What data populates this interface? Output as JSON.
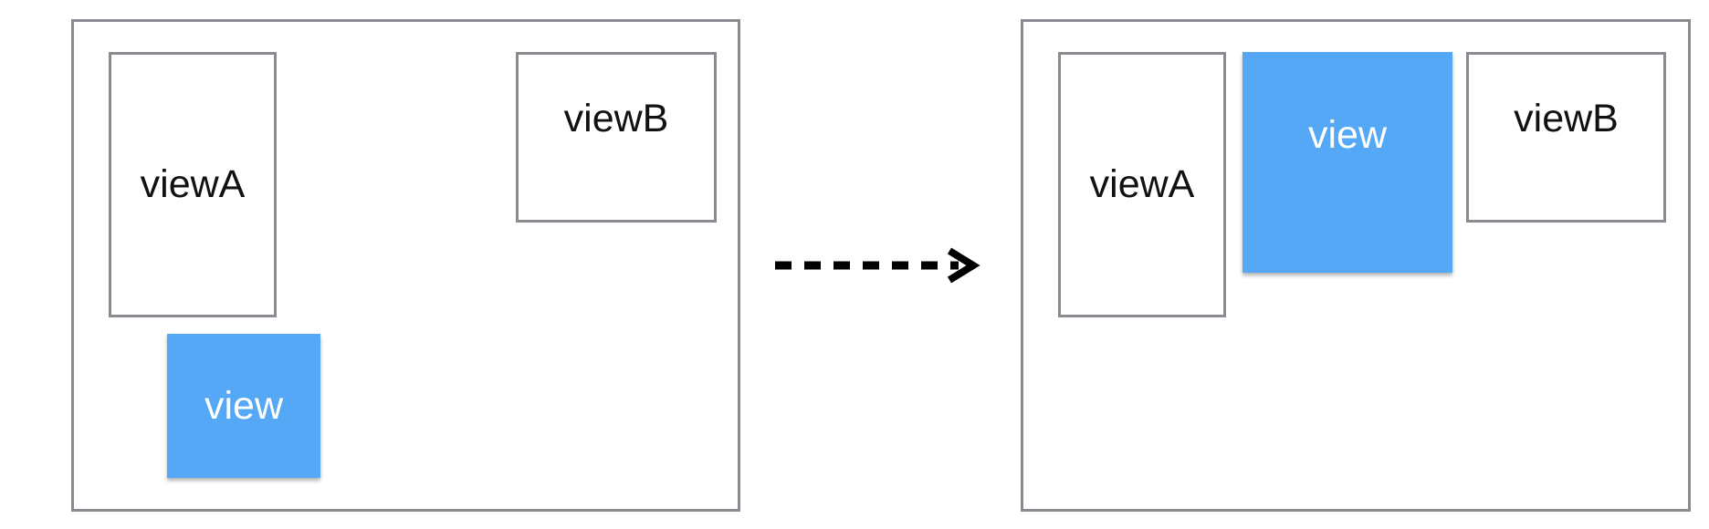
{
  "before": {
    "viewA": "viewA",
    "viewB": "viewB",
    "view": "view"
  },
  "after": {
    "viewA": "viewA",
    "viewB": "viewB",
    "view": "view"
  },
  "colors": {
    "view_fill": "#55a8f5",
    "border": "#8a8b90"
  },
  "arrow": {
    "style": "dashed",
    "icon": "arrow-right-icon"
  }
}
